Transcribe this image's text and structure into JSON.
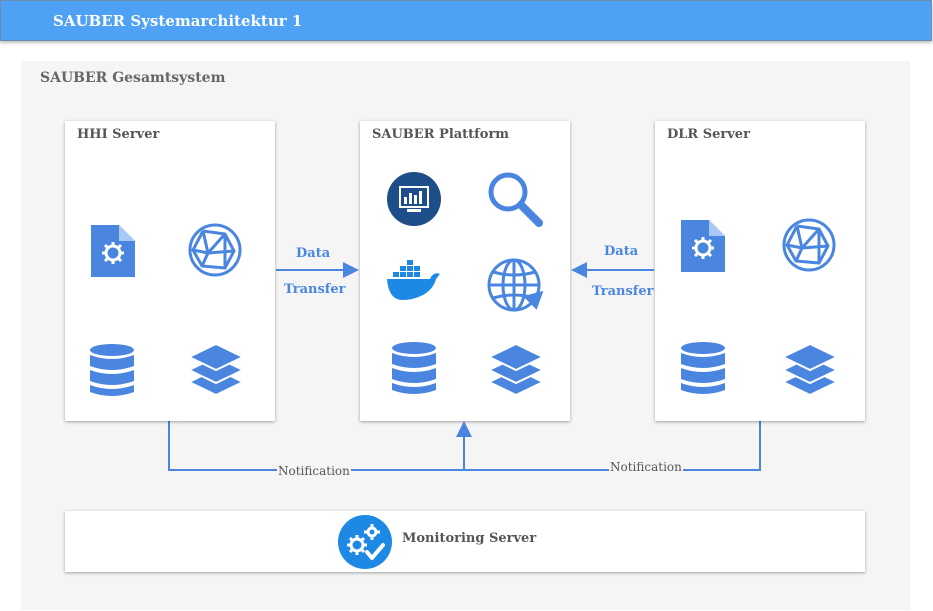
{
  "header": {
    "title": "SAUBER Systemarchitektur 1"
  },
  "system": {
    "title": "SAUBER Gesamtsystem"
  },
  "servers": {
    "hhi": {
      "title": "HHI Server"
    },
    "platform": {
      "title": "SAUBER Plattform"
    },
    "dlr": {
      "title": "DLR Server"
    }
  },
  "edges": {
    "left_data": "Data",
    "left_transfer": "Transfer",
    "right_data": "Data",
    "right_transfer": "Transfer",
    "notification_left": "Notification",
    "notification_right": "Notification"
  },
  "monitoring": {
    "title": "Monitoring Server"
  },
  "icons": [
    "document-gear-icon",
    "network-sphere-icon",
    "database-icon",
    "layers-icon",
    "dashboard-monitor-icon",
    "search-icon",
    "docker-icon",
    "globe-icon",
    "monitoring-gears-icon"
  ],
  "colors": {
    "accent": "#4a86e0",
    "header": "#4ea1f5",
    "navy": "#1d4e89"
  }
}
